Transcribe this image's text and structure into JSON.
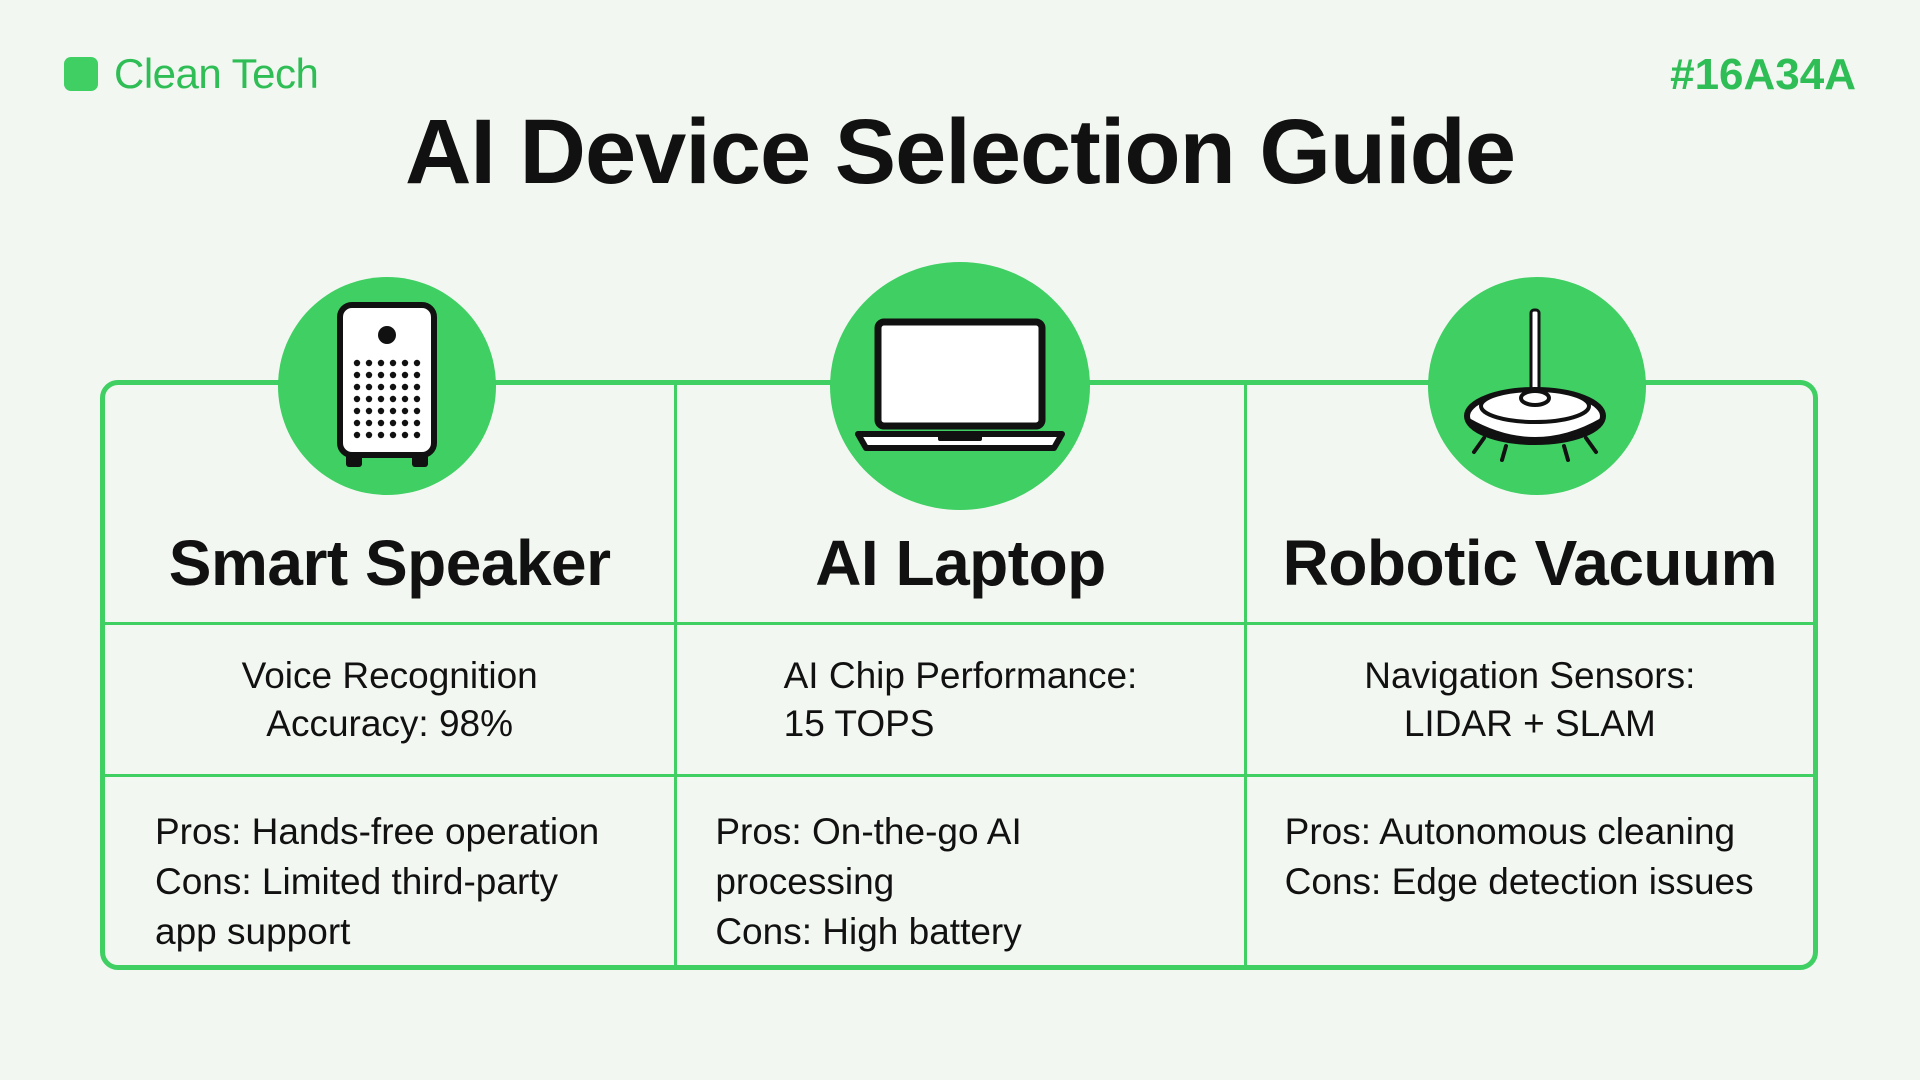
{
  "header": {
    "brand_name": "Clean Tech",
    "brand_icon": "square-logo-icon",
    "hex_code": "#16A34A",
    "title": "AI Device Selection Guide"
  },
  "colors": {
    "accent": "#3fcf63",
    "accent_text": "#2fbd55",
    "background": "#f3f7f1",
    "text": "#111111"
  },
  "devices": [
    {
      "icon": "smart-speaker-icon",
      "name": "Smart Speaker",
      "spec": [
        "Voice Recognition",
        "Accuracy: 98%"
      ],
      "pros": "Pros: Hands-free operation",
      "cons": [
        "Cons: Limited third-party",
        "app support"
      ]
    },
    {
      "icon": "laptop-icon",
      "name": "AI Laptop",
      "spec": [
        "AI Chip Performance:",
        "15 TOPS"
      ],
      "pros": "Pros: On-the-go AI processing",
      "cons": [
        "Cons: High battery consumption"
      ]
    },
    {
      "icon": "robot-vacuum-icon",
      "name": "Robotic Vacuum",
      "spec": [
        "Navigation Sensors:",
        "LIDAR + SLAM"
      ],
      "pros": "Pros: Autonomous cleaning",
      "cons": [
        "Cons: Edge detection issues"
      ]
    }
  ]
}
